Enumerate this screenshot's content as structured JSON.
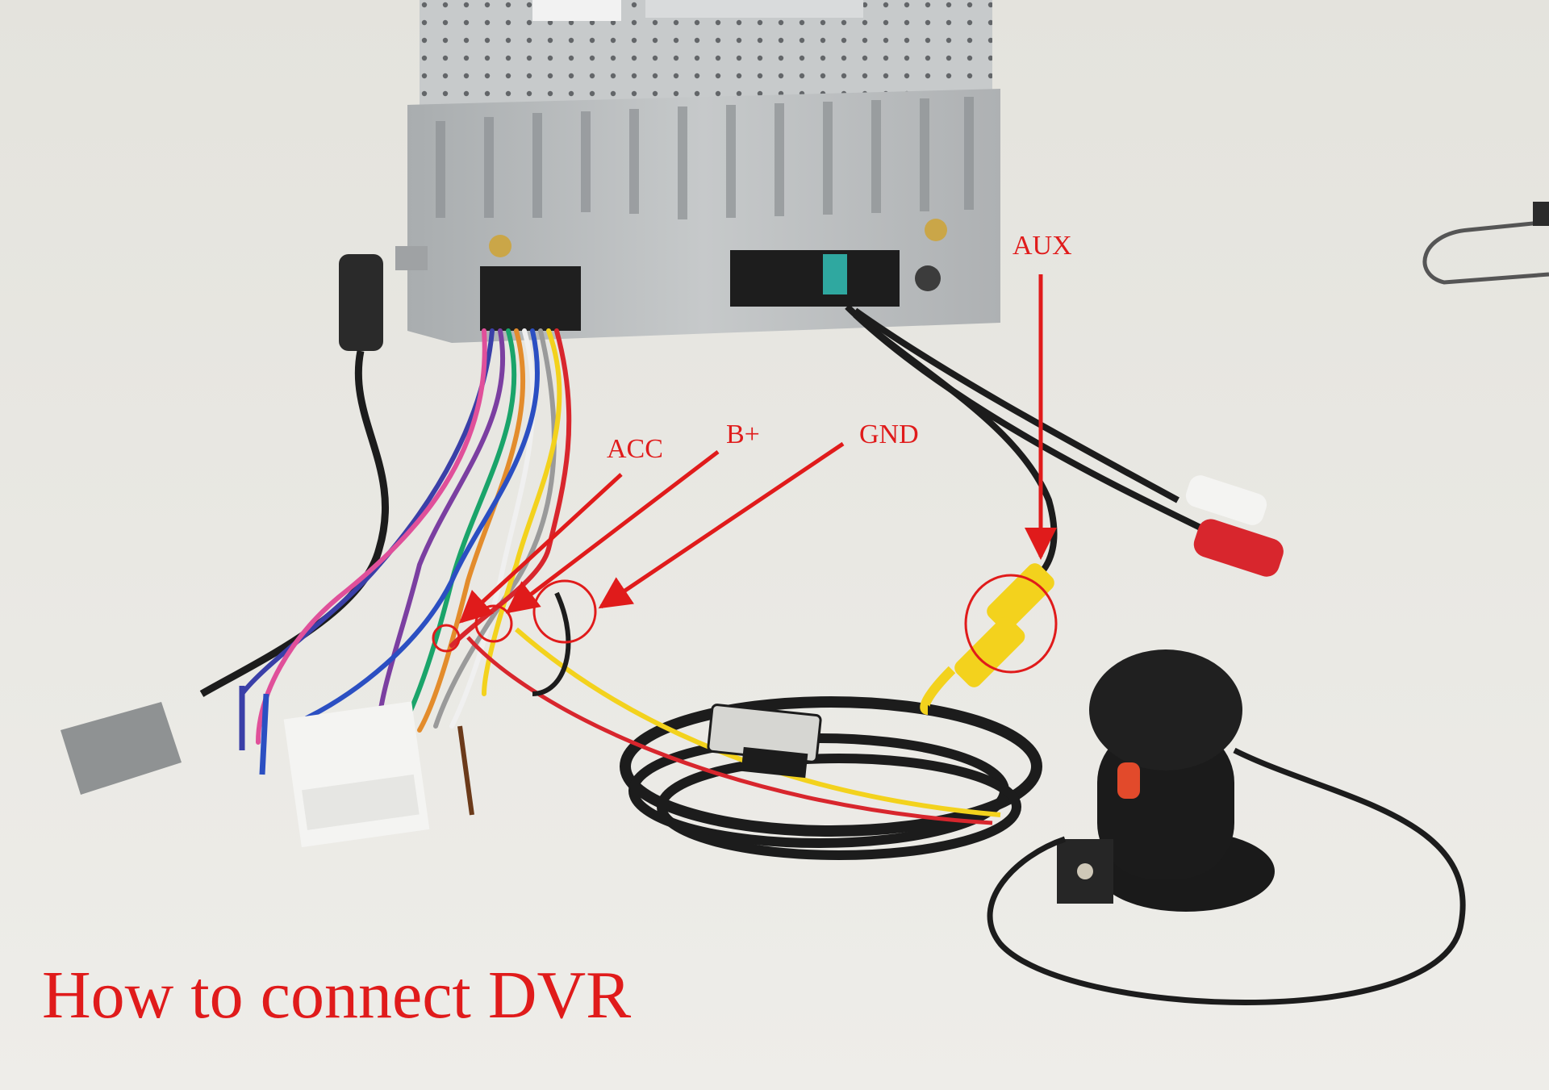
{
  "callouts": {
    "acc": "ACC",
    "b_plus": "B+",
    "gnd": "GND",
    "aux": "AUX"
  },
  "caption": "How to connect DVR",
  "colors": {
    "annotation_red": "#e01b1b",
    "background": "#e9e8e3",
    "head_unit_metal": "#b9bcbd",
    "cable_black": "#1c1c1c",
    "rca_yellow": "#f3d21d",
    "rca_red": "#d8262d"
  }
}
